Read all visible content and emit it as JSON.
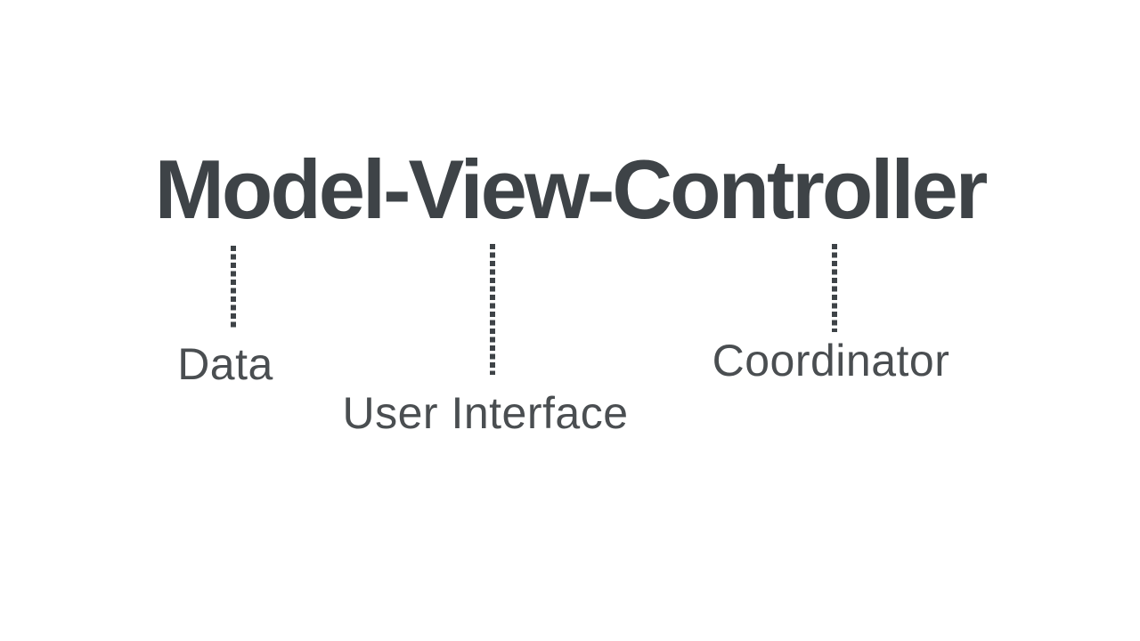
{
  "slide": {
    "title": "Model-View-Controller"
  },
  "callouts": [
    {
      "id": "model",
      "label": "Data"
    },
    {
      "id": "view",
      "label": "User Interface"
    },
    {
      "id": "controller",
      "label": "Coordinator"
    }
  ],
  "connectors": [
    {
      "for": "model",
      "style": "dotted-vertical-line"
    },
    {
      "for": "view",
      "style": "dotted-vertical-line"
    },
    {
      "for": "controller",
      "style": "dotted-vertical-line"
    }
  ],
  "colors": {
    "title": "#3e4347",
    "label": "#4a4e51",
    "connector": "#3e4347",
    "background": "#ffffff"
  }
}
